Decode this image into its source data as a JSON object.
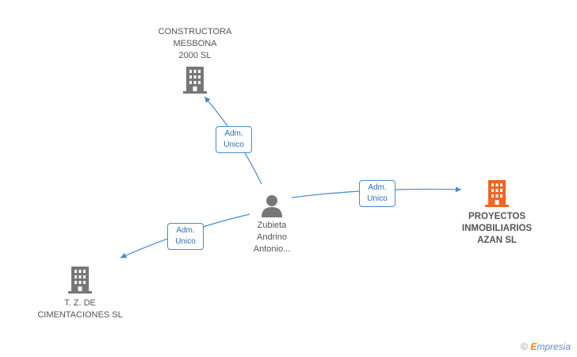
{
  "nodes": {
    "constructora": {
      "label_lines": [
        "CONSTRUCTORA",
        "MESBONA",
        "2000 SL"
      ],
      "icon": "building-icon",
      "color": "#777777"
    },
    "proyectos": {
      "label_lines": [
        "PROYECTOS",
        "INMOBILIARIOS",
        "AZAN SL"
      ],
      "icon": "building-icon",
      "color": "#f26522"
    },
    "tz": {
      "label_lines": [
        "T. Z. DE",
        "CIMENTACIONES SL"
      ],
      "icon": "building-icon",
      "color": "#777777"
    },
    "person": {
      "label_lines": [
        "Zubieta",
        "Andrino",
        "Antonio..."
      ],
      "icon": "person-icon",
      "color": "#777777"
    }
  },
  "relations": {
    "to_constructora": {
      "line1": "Adm.",
      "line2": "Unico"
    },
    "to_proyectos": {
      "line1": "Adm.",
      "line2": "Unico"
    },
    "to_tz": {
      "line1": "Adm.",
      "line2": "Unico"
    }
  },
  "colors": {
    "edge": "#4a8ad0",
    "building": "#777777",
    "highlight": "#f26522"
  },
  "brand": {
    "copyright": "©",
    "name_initial": "E",
    "name_rest": "mpresia"
  }
}
